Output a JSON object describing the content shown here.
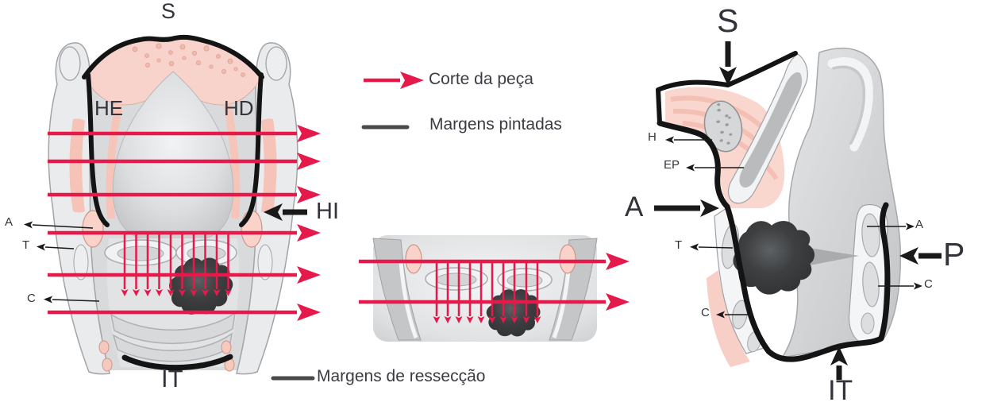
{
  "legend": {
    "cut": "Corte da peça",
    "painted": "Margens pintadas",
    "resection": "Margens de ressecção"
  },
  "coronal": {
    "s": "S",
    "he": "HE",
    "hd": "HD",
    "hi": "HI",
    "a": "A",
    "t": "T",
    "c": "C",
    "it": "IT"
  },
  "sagittal": {
    "s": "S",
    "h": "H",
    "ep": "EP",
    "a_major": "A",
    "t": "T",
    "c_anterior": "C",
    "a_minor": "A",
    "p": "P",
    "c_posterior": "C",
    "it": "IT"
  },
  "colors": {
    "accent_red": "#E6194B",
    "margin_black": "#1A1A1A",
    "legend_gray": "#4A4A4A",
    "text_dark": "#33333B",
    "tissue_pink": "#F8D3CB",
    "tissue_pink_deep": "#F3B9AC",
    "cartilage_light": "#EAEBEC",
    "cartilage_mid": "#CFD1D3",
    "tumor_dark": "#3A3C3E"
  }
}
